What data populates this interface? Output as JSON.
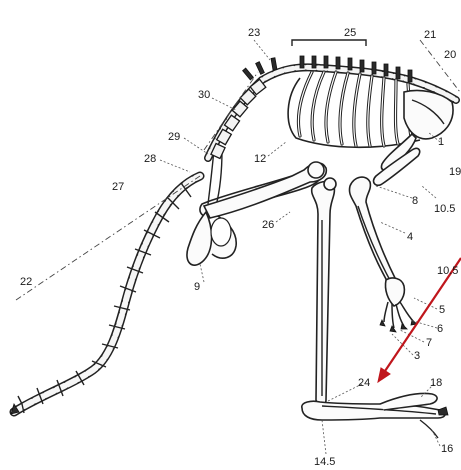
{
  "diagram": {
    "labels": [
      {
        "id": "23",
        "text": "23"
      },
      {
        "id": "25",
        "text": "25"
      },
      {
        "id": "21",
        "text": "21"
      },
      {
        "id": "20",
        "text": "20"
      },
      {
        "id": "30",
        "text": "30"
      },
      {
        "id": "29",
        "text": "29"
      },
      {
        "id": "12",
        "text": "12"
      },
      {
        "id": "1",
        "text": "1"
      },
      {
        "id": "19",
        "text": "19"
      },
      {
        "id": "28",
        "text": "28"
      },
      {
        "id": "27",
        "text": "27"
      },
      {
        "id": "8",
        "text": "8"
      },
      {
        "id": "10_5a",
        "text": "10.5"
      },
      {
        "id": "26",
        "text": "26"
      },
      {
        "id": "4",
        "text": "4"
      },
      {
        "id": "22",
        "text": "22"
      },
      {
        "id": "9",
        "text": "9"
      },
      {
        "id": "10_5b",
        "text": "10.5"
      },
      {
        "id": "5",
        "text": "5"
      },
      {
        "id": "6",
        "text": "6"
      },
      {
        "id": "7",
        "text": "7"
      },
      {
        "id": "3",
        "text": "3"
      },
      {
        "id": "24",
        "text": "24"
      },
      {
        "id": "18",
        "text": "18"
      },
      {
        "id": "16",
        "text": "16"
      },
      {
        "id": "14_5",
        "text": "14.5"
      }
    ],
    "annotation_arrow_color": "#c0161c",
    "line_color": "#222222"
  }
}
